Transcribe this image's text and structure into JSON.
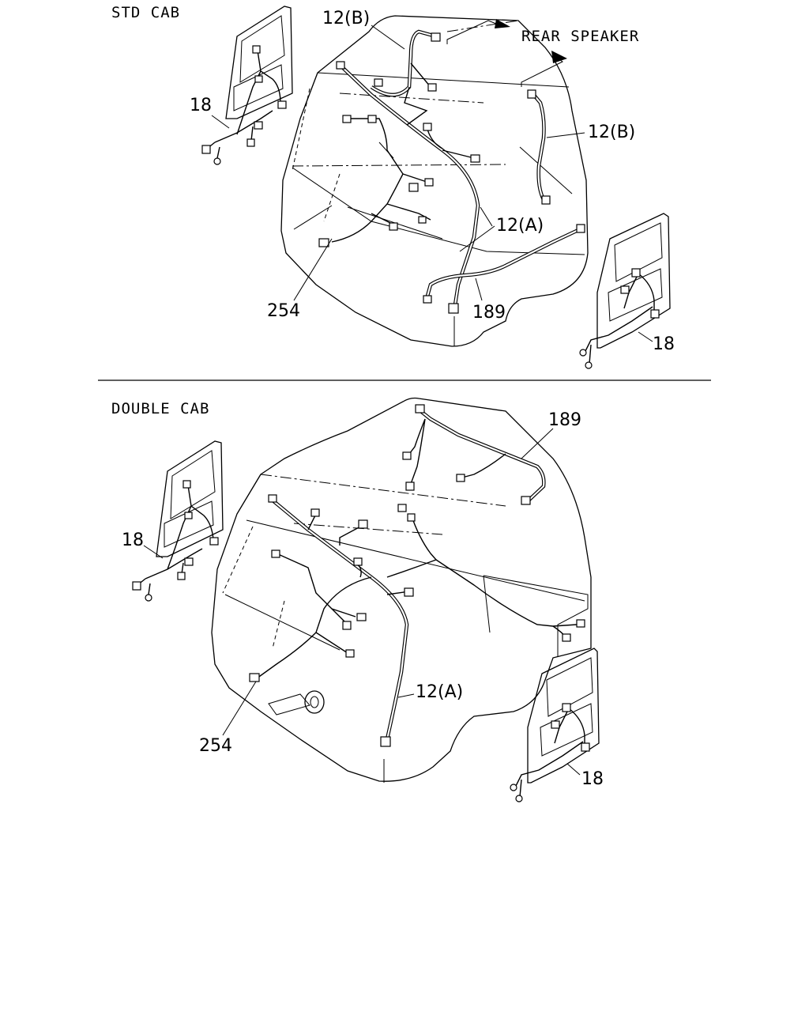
{
  "sections": {
    "std": {
      "title": "STD CAB",
      "rear_speaker": "REAR SPEAKER",
      "labels": {
        "p12b_top": "12(B)",
        "p12b_right": "12(B)",
        "p18_left": "18",
        "p12a": "12(A)",
        "p254": "254",
        "p189": "189",
        "p18_right": "18"
      }
    },
    "double": {
      "title": "DOUBLE CAB",
      "labels": {
        "p189": "189",
        "p18_left": "18",
        "p12a": "12(A)",
        "p254": "254",
        "p18_right": "18"
      }
    }
  }
}
